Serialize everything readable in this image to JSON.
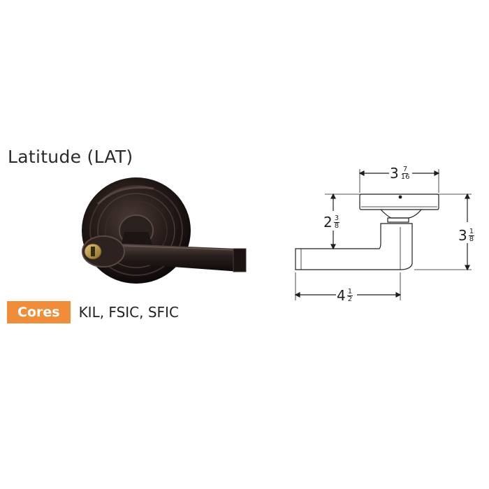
{
  "product": {
    "title": "Latitude (LAT)"
  },
  "cores": {
    "label": "Cores",
    "values": "KIL, FSIC, SFIC",
    "badge_color": "#f08d3a"
  },
  "dimensions": {
    "rose_diameter": {
      "whole": "3",
      "num": "7",
      "den": "16"
    },
    "projection": {
      "whole": "2",
      "num": "3",
      "den": "8"
    },
    "overall_height": {
      "whole": "3",
      "num": "1",
      "den": "8"
    },
    "lever_length": {
      "whole": "4",
      "num": "1",
      "den": "2"
    }
  }
}
